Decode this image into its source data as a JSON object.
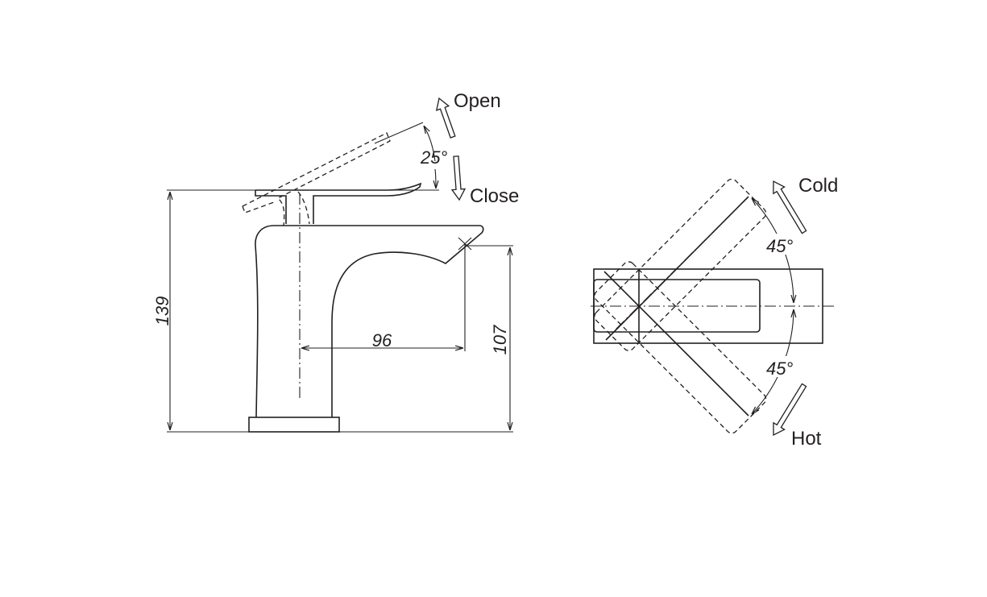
{
  "side_view": {
    "dim_height_total": "139",
    "dim_spout_reach": "96",
    "dim_spout_height": "107",
    "lever_angle": "25°",
    "label_open": "Open",
    "label_close": "Close"
  },
  "top_view": {
    "angle_cold": "45°",
    "angle_hot": "45°",
    "label_cold": "Cold",
    "label_hot": "Hot"
  },
  "colors": {
    "line": "#231f20",
    "background": "#ffffff"
  }
}
